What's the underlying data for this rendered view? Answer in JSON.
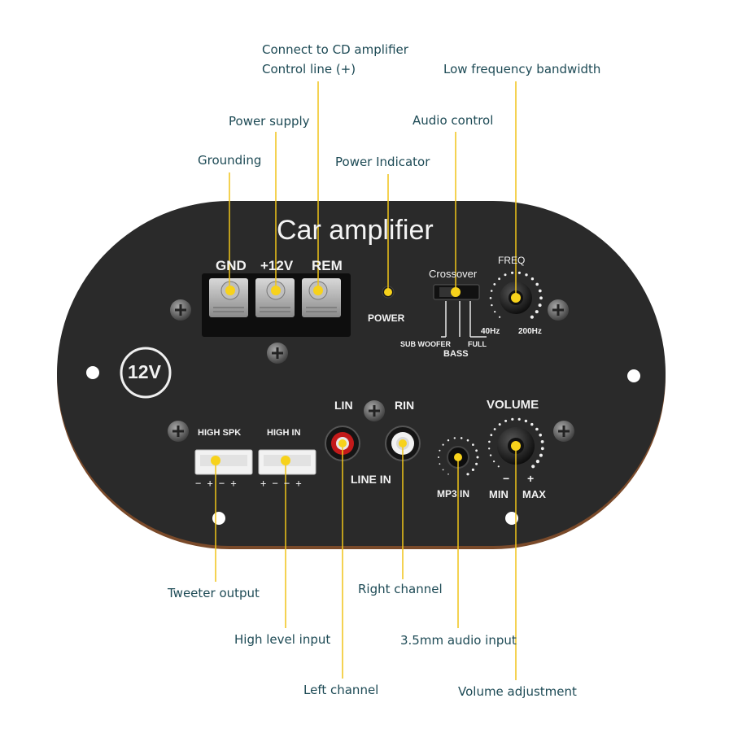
{
  "title": "Car amplifier",
  "voltage_badge": "12V",
  "terminals": {
    "gnd": "GND",
    "plus12v": "+12V",
    "rem": "REM"
  },
  "power_label": "POWER",
  "crossover_label": "Crossover",
  "crossover_scale": {
    "subwoofer": "SUB WOOFER",
    "full": "FULL",
    "bass": "BASS"
  },
  "freq": {
    "label": "FREQ",
    "min": "40Hz",
    "max": "200Hz"
  },
  "high_spk": {
    "label": "HIGH SPK",
    "polarity": "− + − +"
  },
  "high_in": {
    "label": "HIGH IN",
    "polarity": "+ − − +"
  },
  "line_in": {
    "lin": "LIN",
    "rin": "RIN",
    "label": "LINE IN"
  },
  "mp3_label": "MP3 IN",
  "volume": {
    "label": "VOLUME",
    "minus": "−",
    "plus": "+",
    "min": "MIN",
    "max": "MAX"
  },
  "callouts": {
    "connect_cd": "Connect to CD amplifier",
    "control_line": "Control line (+)",
    "low_freq": "Low frequency bandwidth",
    "power_supply": "Power supply",
    "audio_control": "Audio control",
    "grounding": "Grounding",
    "power_indicator": "Power Indicator",
    "tweeter_output": "Tweeter output",
    "right_channel": "Right channel",
    "high_level_input": "High level input",
    "audio_input": "3.5mm audio input",
    "left_channel": "Left channel",
    "volume_adjustment": "Volume adjustment"
  },
  "colors": {
    "plate": "#2a2a2a",
    "callout_text": "#1d4a55",
    "leader_line": "#f0c419",
    "marker": "#f7d21b"
  }
}
